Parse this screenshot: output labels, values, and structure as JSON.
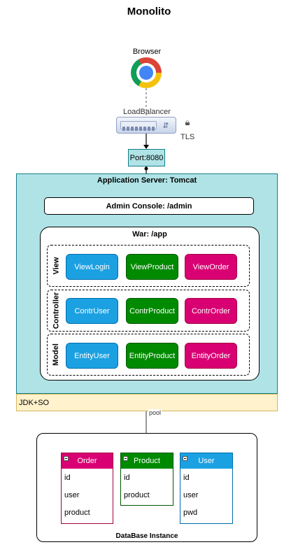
{
  "title": "Monolito",
  "browser": {
    "label": "Browser",
    "icon": "chrome-icon"
  },
  "load_balancer": {
    "label": "LoadBalancer",
    "icon": "load-balancer-icon"
  },
  "tls": {
    "label": "TLS",
    "icon": "lock-icon"
  },
  "port": {
    "label": "Port:8080"
  },
  "app_server": {
    "title": "Application Server: Tomcat",
    "admin_console": "Admin Console: /admin",
    "war": {
      "title": "War: /app",
      "layers": [
        {
          "label": "View",
          "components": [
            "ViewLogin",
            "ViewProduct",
            "ViewOrder"
          ]
        },
        {
          "label": "Controller",
          "components": [
            "ContrUser",
            "ContrProduct",
            "ContrOrder"
          ]
        },
        {
          "label": "Model",
          "components": [
            "EntityUser",
            "EntityProduct",
            "EntityOrder"
          ]
        }
      ]
    },
    "runtime": "JDK+SO"
  },
  "connection": {
    "label": "pool"
  },
  "database": {
    "title": "DataBase Instance",
    "tables": [
      {
        "name": "Order",
        "fields": [
          "id",
          "user",
          "product"
        ]
      },
      {
        "name": "Product",
        "fields": [
          "id",
          "product"
        ]
      },
      {
        "name": "User",
        "fields": [
          "id",
          "user",
          "pwd"
        ]
      }
    ]
  },
  "colors": {
    "blue": "#1ba1e2",
    "green": "#008a00",
    "pink": "#d80073",
    "teal_fill": "#b0e3e6",
    "yellow_fill": "#fff2cc"
  }
}
